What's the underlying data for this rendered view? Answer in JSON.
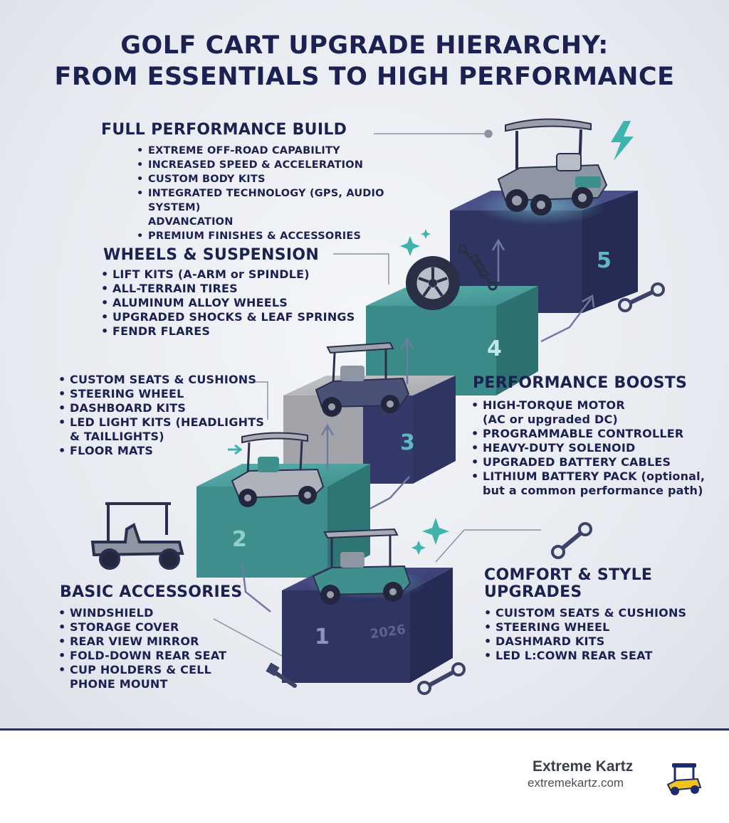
{
  "title": {
    "line1": "GOLF CART UPGRADE HIERARCHY:",
    "line2": "FROM ESSENTIALS TO HIGH PERFORMANCE"
  },
  "sections": {
    "full_performance": {
      "heading": "FULL PERFORMANCE BUILD",
      "items": [
        "EXTREME OFF-ROAD CAPABILITY",
        "INCREASED SPEED & ACCELERATION",
        "CUSTOM BODY KITS",
        "INTEGRATED TECHNOLOGY (GPS, AUDIO SYSTEM)",
        "ADVANCATION",
        "PREMIUM FINISHES & ACCESSORIES"
      ]
    },
    "wheels_suspension": {
      "heading": "WHEELS & SUSPENSION",
      "items": [
        "LIFT KITS (A-ARM or SPINDLE)",
        "ALL-TERRAIN TIRES",
        "ALUMINUM ALLOY WHEELS",
        "UPGRADED SHOCKS & LEAF SPRINGS",
        "FENDR FLARES"
      ]
    },
    "comfort_left": {
      "items": [
        "CUSTOM SEATS & CUSHIONS",
        "STEERING WHEEL",
        "DASHBOARD KITS",
        "LED LIGHT KITS (HEADLIGHTS",
        "& TAILLIGHTS)",
        "FLOOR MATS"
      ]
    },
    "performance_boosts": {
      "heading": "PERFORMANCE BOOSTS",
      "items": [
        "HIGH-TORQUE MOTOR",
        "(AC or upgraded DC)",
        "PROGRAMMABLE CONTROLLER",
        "HEAVY-DUTY SOLENOID",
        "UPGRADED BATTERY CABLES",
        "LITHIUM BATTERY PACK (optional,",
        "but a common performance path)"
      ]
    },
    "basic_accessories": {
      "heading": "BASIC ACCESSORIES",
      "items": [
        "WINDSHIELD",
        "STORAGE COVER",
        "REAR VIEW MIRROR",
        "FOLD-DOWN REAR SEAT",
        "CUP HOLDERS & CELL",
        "PHONE MOUNT"
      ]
    },
    "comfort_style": {
      "heading_line1": "COMFORT & STYLE",
      "heading_line2": "UPGRADES",
      "items": [
        "CUISTOM SEATS & CUSHIONS",
        "STEERING WHEEL",
        "DASHMARD KITS",
        "LED L:COWN REAR SEAT"
      ]
    }
  },
  "steps": [
    {
      "number": "1",
      "color": "#2f3563"
    },
    {
      "number": "2",
      "color": "#3e8e8c"
    },
    {
      "number": "3",
      "color": "#9a9ca1"
    },
    {
      "number": "4",
      "color": "#3f9492"
    },
    {
      "number": "5",
      "color": "#353a6c"
    }
  ],
  "step1_year": "2026",
  "icons": [
    "golf-cart-icon",
    "wheel-icon",
    "shock-absorber-icon",
    "wrench-icon",
    "bolt-icon",
    "lightning-icon",
    "sparkle-icon",
    "arrow-icon",
    "logo-cart-icon"
  ],
  "footer": {
    "brand": "Extreme Kartz",
    "url": "extremekartz.com"
  },
  "colors": {
    "navy": "#1b2150",
    "teal": "#3e8e8c",
    "gray": "#9a9ca1",
    "background": "#e9ecf1"
  }
}
